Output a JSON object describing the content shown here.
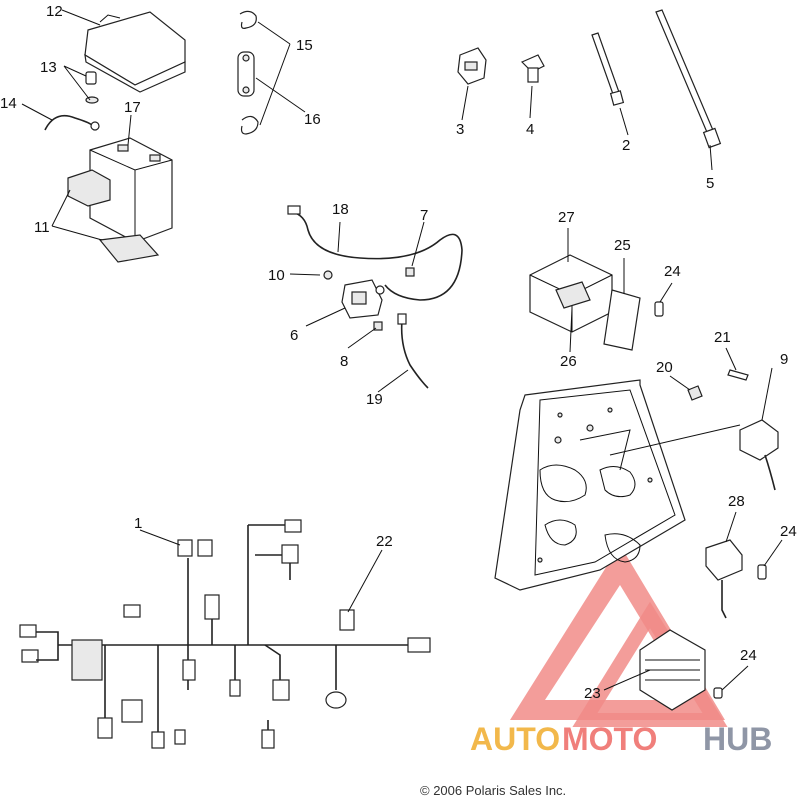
{
  "callouts": [
    "1",
    "2",
    "3",
    "4",
    "5",
    "6",
    "7",
    "8",
    "9",
    "10",
    "11",
    "12",
    "13",
    "14",
    "15",
    "16",
    "17",
    "18",
    "19",
    "20",
    "21",
    "22",
    "23",
    "24",
    "25",
    "26",
    "27",
    "28"
  ],
  "copyright": "© 2006 Polaris Sales Inc.",
  "watermark": {
    "word_auto": "AUTO",
    "word_moto": "MOTO",
    "word_hub": "HUB",
    "colors": {
      "auto": "#f2b84b",
      "moto": "#f07f7b",
      "hub": "#8f96a6"
    },
    "logo": "triangle-logo"
  }
}
